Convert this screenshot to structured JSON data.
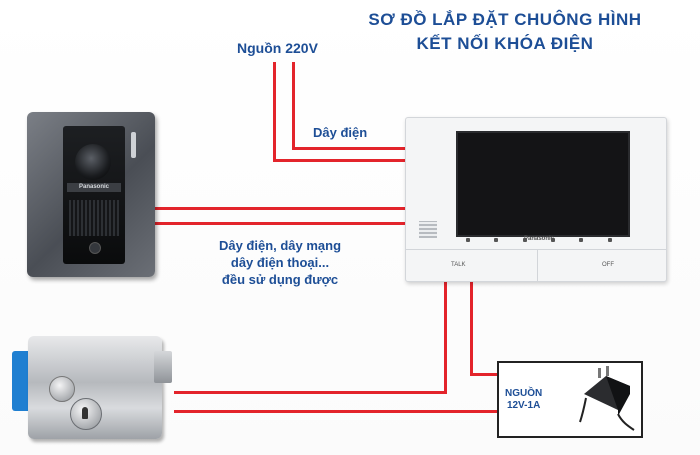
{
  "title": {
    "line1": "SƠ ĐỒ LẮP ĐẶT CHUÔNG HÌNH",
    "line2": "KẾT NỐI KHÓA ĐIỆN"
  },
  "labels": {
    "power_220": "Nguồn 220V",
    "power_wire": "Dây điện",
    "cable_line1": "Dây điện, dây mạng",
    "cable_line2": "dây điện thoại...",
    "cable_line3": "đều sử dụng được",
    "power_12v_line1": "NGUỒN",
    "power_12v_line2": "12V-1A"
  },
  "devices": {
    "door_brand": "Panasonic",
    "monitor_brand": "Panasonic",
    "talk_label": "TALK",
    "off_label": "OFF"
  },
  "colors": {
    "wire": "#e3242b",
    "title_text": "#1d4e96"
  }
}
